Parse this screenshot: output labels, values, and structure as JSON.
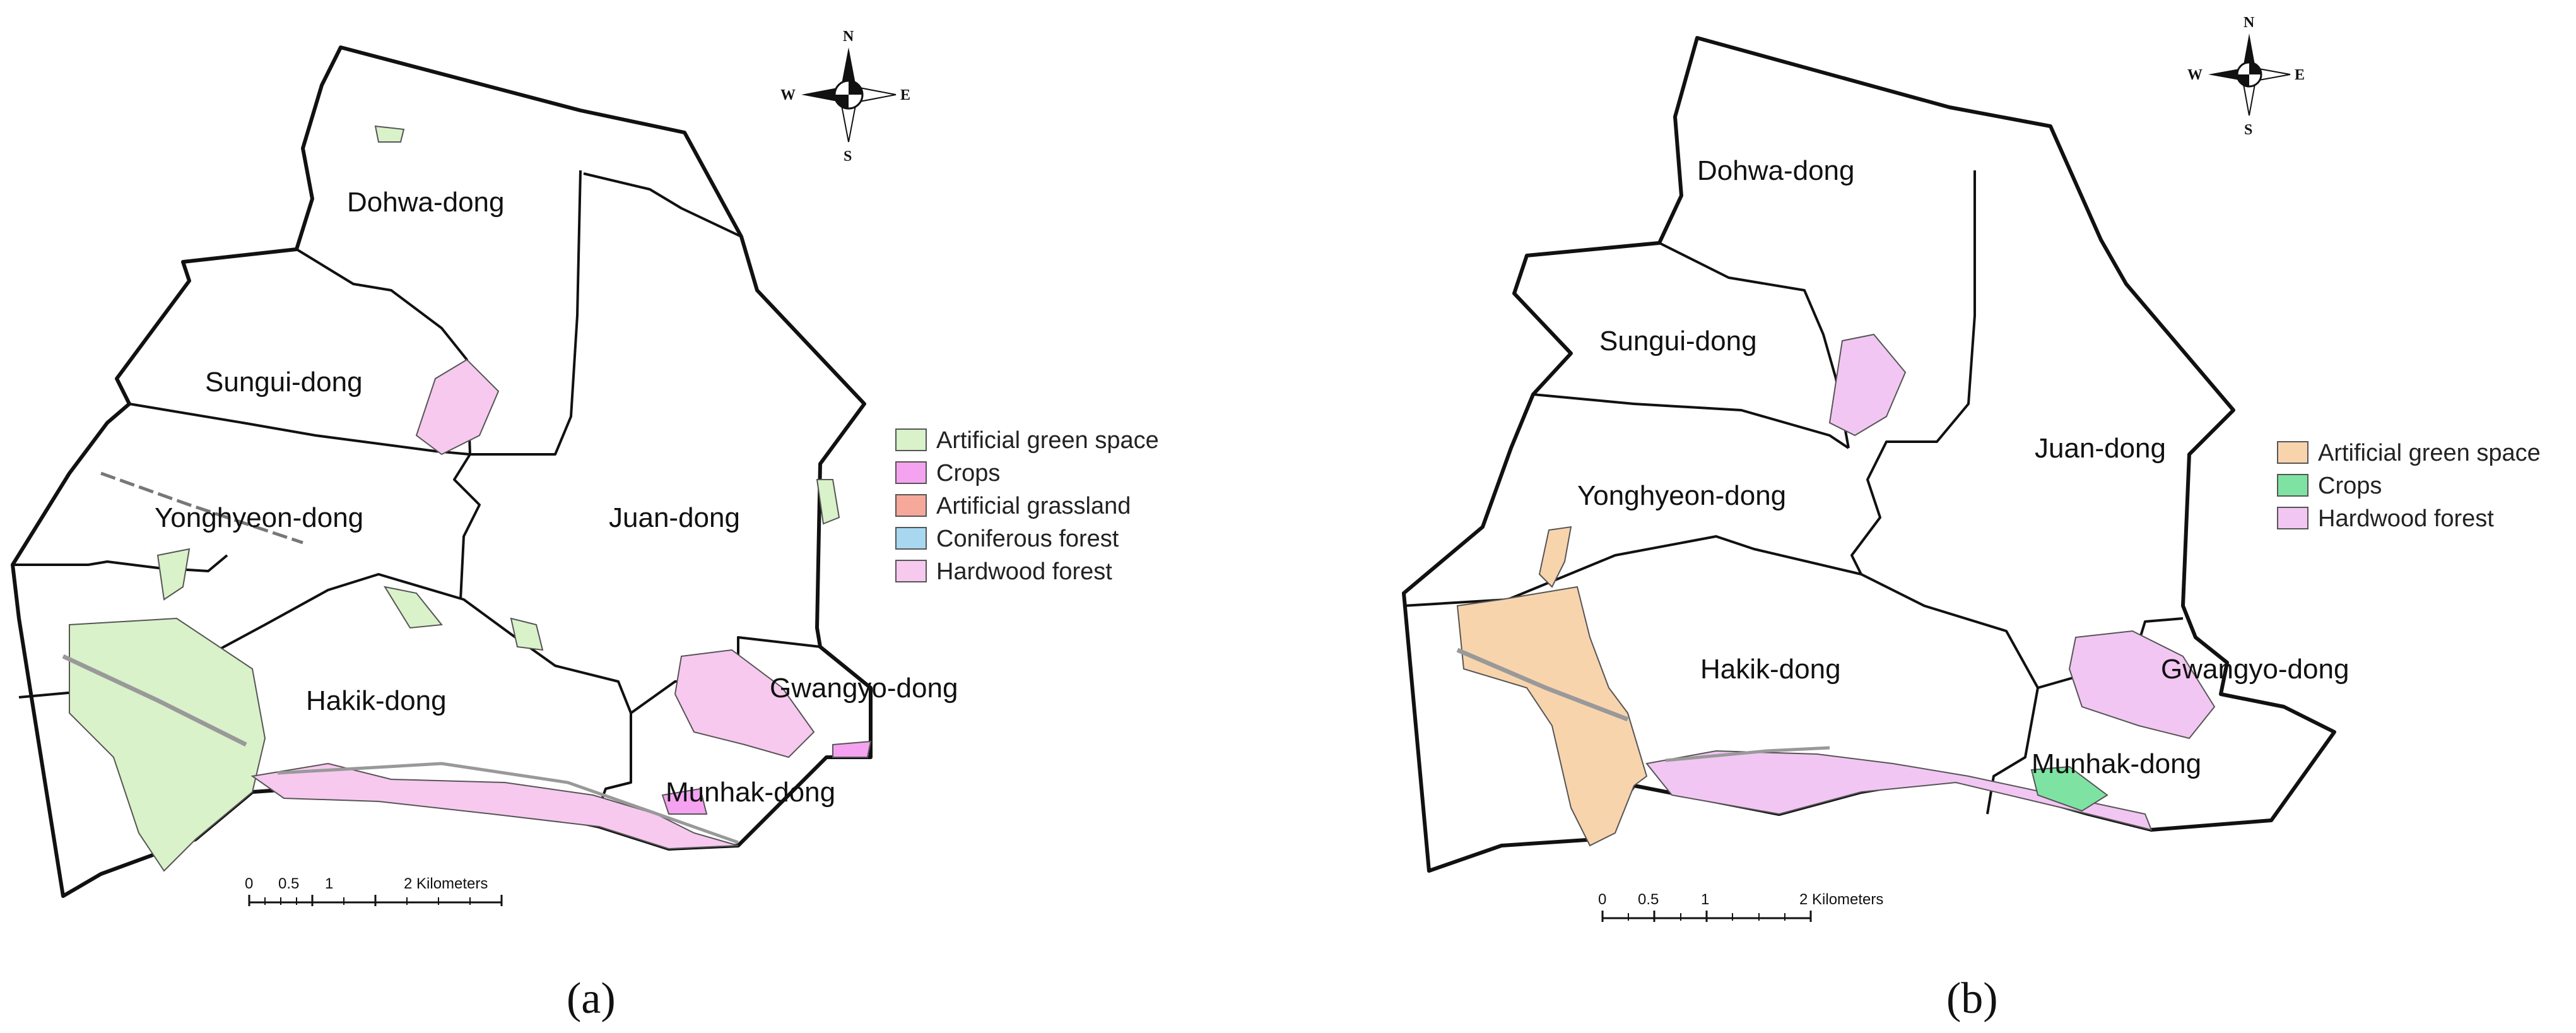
{
  "panels": [
    {
      "id": "a",
      "caption": "(a)",
      "districts": [
        "Dohwa-dong",
        "Sungui-dong",
        "Yonghyeon-dong",
        "Juan-dong",
        "Hakik-dong",
        "Gwangyo-dong",
        "Munhak-dong"
      ],
      "legend": [
        {
          "label": "Artificial green space",
          "color": "#d9f2c9"
        },
        {
          "label": "Crops",
          "color": "#f5a3f0"
        },
        {
          "label": "Artificial grassland",
          "color": "#f6a89a"
        },
        {
          "label": "Coniferous forest",
          "color": "#a8d8f0"
        },
        {
          "label": "Hardwood forest",
          "color": "#f7c9ef"
        }
      ],
      "compass": {
        "n": "N",
        "s": "S",
        "e": "E",
        "w": "W"
      },
      "scale": {
        "ticks": [
          "0",
          "0.5",
          "1",
          "2 Kilometers"
        ]
      }
    },
    {
      "id": "b",
      "caption": "(b)",
      "districts": [
        "Dohwa-dong",
        "Sungui-dong",
        "Yonghyeon-dong",
        "Juan-dong",
        "Hakik-dong",
        "Gwangyo-dong",
        "Munhak-dong"
      ],
      "legend": [
        {
          "label": "Artificial green space",
          "color": "#f8d4ad"
        },
        {
          "label": "Crops",
          "color": "#7ee3a2"
        },
        {
          "label": "Hardwood forest",
          "color": "#f2c6f2"
        }
      ],
      "compass": {
        "n": "N",
        "s": "S",
        "e": "E",
        "w": "W"
      },
      "scale": {
        "ticks": [
          "0",
          "0.5",
          "1",
          "2 Kilometers"
        ]
      }
    }
  ]
}
